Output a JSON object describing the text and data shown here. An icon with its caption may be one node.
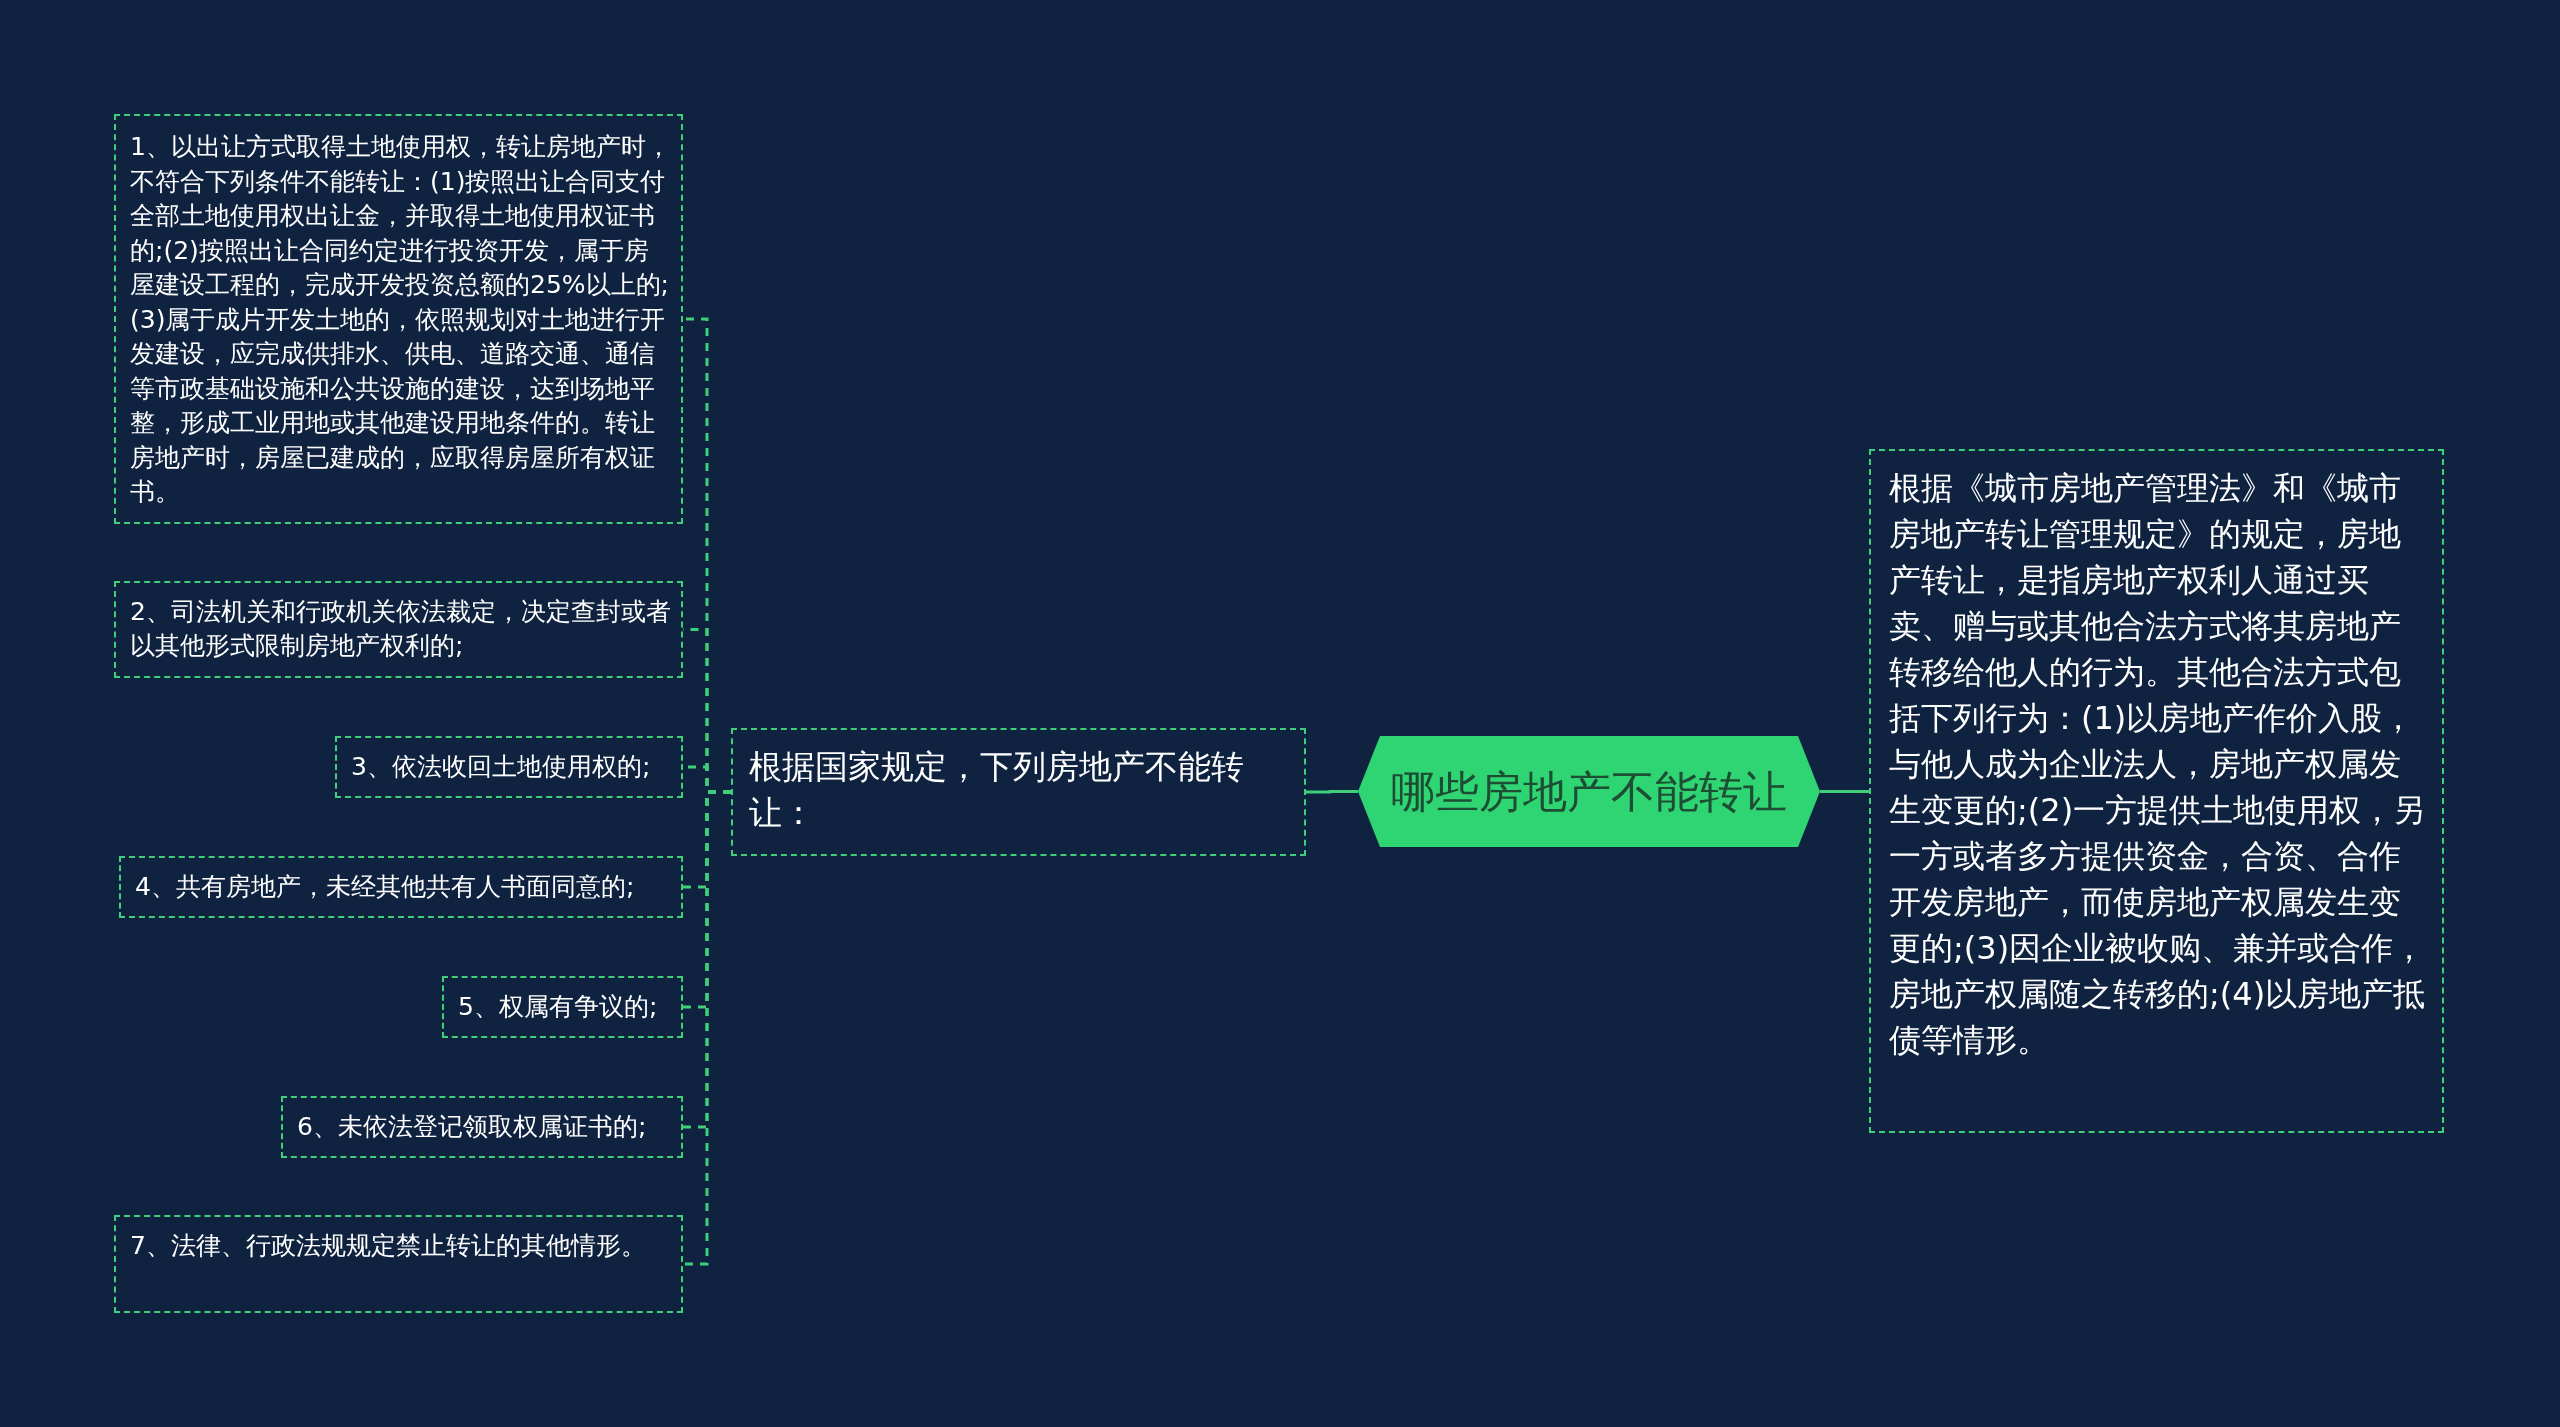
{
  "diagram": {
    "nodes": [
      {
        "text": [
          "哪些房地产不能转让"
        ]
      },
      {
        "text": [
          "根据国家规定，下列房地产不能转让："
        ]
      },
      {
        "text": [
          "根据《城市房地产管理法》和《城市房地产转让管理规定》的规定，房地产转让，是指房地产权利人通过买卖、赠与或其他合法方式将其房地产转移给他人的行为。其他合法方式包括下列行为：(1)以房地产作价入股，与他人成为企业法人，房地产权属发生变更的;(2)一方提供土地使用权，另一方或者多方提供资金，合资、合作开发房地产，而使房地产权属发生变更的;(3)因企业被收购、兼并或合作，房地产权属随之转移的;(4)以房地产抵债等情形。"
        ]
      },
      {
        "text": [
          "1、以出让方式取得土地使用权，转让房地产时，不符合下列条件不能转让：(1)按照出让合同支付全部土地使用权出让金，并取得土地使用权证书的;(2)按照出让合同约定进行投资开发，属于房屋建设工程的，完成开发投资总额的25%以上的;(3)属于成片开发土地的，依照规划对土地进行开发建设，应完成供排水、供电、道路交通、通信等市政基础设施和公共设施的建设，达到场地平整，形成工业用地或其他建设用地条件的。转让房地产时，房屋已建成的，应取得房屋所有权证书。"
        ]
      },
      {
        "text": [
          "2、司法机关和行政机关依法裁定，决定查封或者以其他形式限制房地产权利的;"
        ]
      },
      {
        "text": [
          "3、依法收回土地使用权的;"
        ]
      },
      {
        "text": [
          "4、共有房地产，未经其他共有人书面同意的;"
        ]
      },
      {
        "text": [
          "5、权属有争议的;"
        ]
      },
      {
        "text": [
          "6、未依法登记领取权属证书的;"
        ]
      },
      {
        "text": [
          "7、法律、行政法规规定禁止转让的其他情形。"
        ]
      }
    ],
    "edges": [
      {
        "from": 0,
        "to": 1,
        "arrow": "none"
      },
      {
        "from": 0,
        "to": 2,
        "arrow": "none"
      },
      {
        "from": 1,
        "to": 3,
        "arrow": "none",
        "style": "dashed"
      },
      {
        "from": 1,
        "to": 4,
        "arrow": "none",
        "style": "dashed"
      },
      {
        "from": 1,
        "to": 5,
        "arrow": "none",
        "style": "dashed"
      },
      {
        "from": 1,
        "to": 6,
        "arrow": "none",
        "style": "dashed"
      },
      {
        "from": 1,
        "to": 7,
        "arrow": "none",
        "style": "dashed"
      },
      {
        "from": 1,
        "to": 8,
        "arrow": "none",
        "style": "dashed"
      },
      {
        "from": 1,
        "to": 9,
        "arrow": "none",
        "style": "dashed"
      }
    ]
  }
}
